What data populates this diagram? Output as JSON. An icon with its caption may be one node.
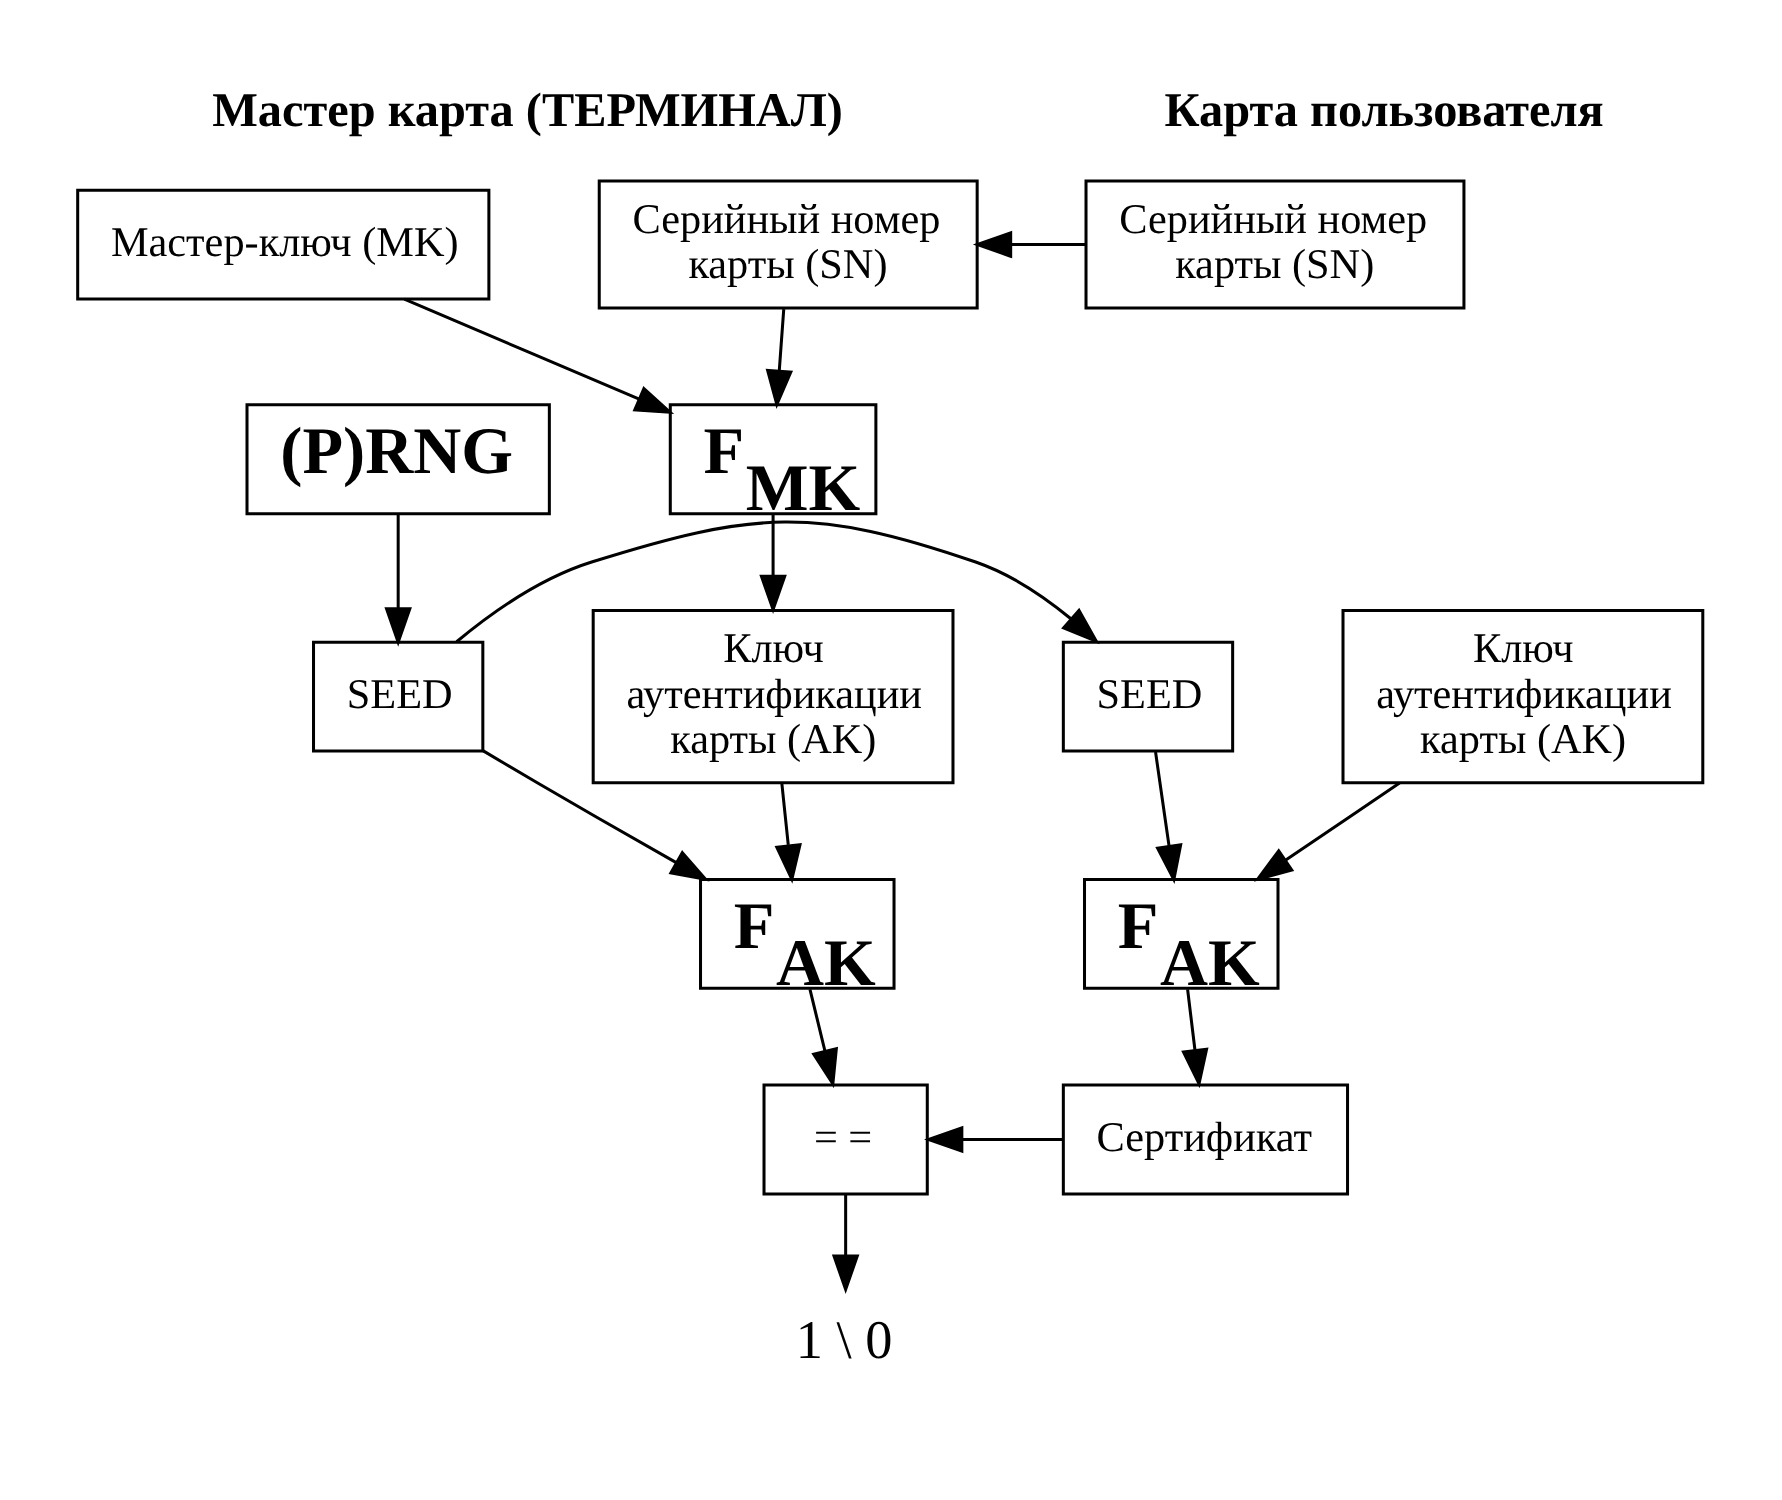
{
  "diagram": {
    "nodes": [
      {
        "text": [
          "Мастер-ключ (MK)"
        ]
      },
      {
        "text": [
          "Серийный номер карты (SN)"
        ]
      },
      {
        "text": [
          "Серийный номер карты (SN)"
        ]
      },
      {
        "text": [
          "F$_{MK}$"
        ]
      },
      {
        "text": [
          "(P)RNG"
        ]
      },
      {
        "text": [
          "Ключ аутентификации карты (AK)"
        ]
      },
      {
        "text": [
          "Ключ аутентификации карты (AK)"
        ]
      },
      {
        "text": [
          "SEED"
        ]
      },
      {
        "text": [
          "SEED"
        ]
      },
      {
        "text": [
          "F$_{AK}$"
        ]
      },
      {
        "text": [
          "F$_{AK}$"
        ]
      },
      {
        "text": [
          "= ="
        ]
      },
      {
        "text": [
          "Сертификат"
        ]
      },
      {
        "text": [
          "1 \\ 0"
        ]
      }
    ],
    "edges": [
      {
        "from": 2,
        "to": 1,
        "arrow": "to"
      },
      {
        "from": 1,
        "to": 3,
        "arrow": "to"
      },
      {
        "from": 0,
        "to": 3,
        "arrow": "to"
      },
      {
        "from": 3,
        "to": 6,
        "arrow": "to"
      },
      {
        "from": 4,
        "to": 7,
        "arrow": "to"
      },
      {
        "from": 7,
        "to": 8,
        "arrow": "to"
      },
      {
        "from": 7,
        "to": 9,
        "arrow": "to"
      },
      {
        "from": 6,
        "to": 9,
        "arrow": "to"
      },
      {
        "from": 8,
        "to": 10,
        "arrow": "to"
      },
      {
        "from": 5,
        "to": 10,
        "arrow": "to"
      },
      {
        "from": 10,
        "to": 12,
        "arrow": "to"
      },
      {
        "from": 12,
        "to": 11,
        "arrow": "to"
      },
      {
        "from": 9,
        "to": 11,
        "arrow": "to"
      },
      {
        "from": 11,
        "to": 13,
        "arrow": "to"
      }
    ],
    "labels": [
      "Мастер карта (ТЕРМИНАЛ)",
      "Карта пользователя"
    ]
  }
}
